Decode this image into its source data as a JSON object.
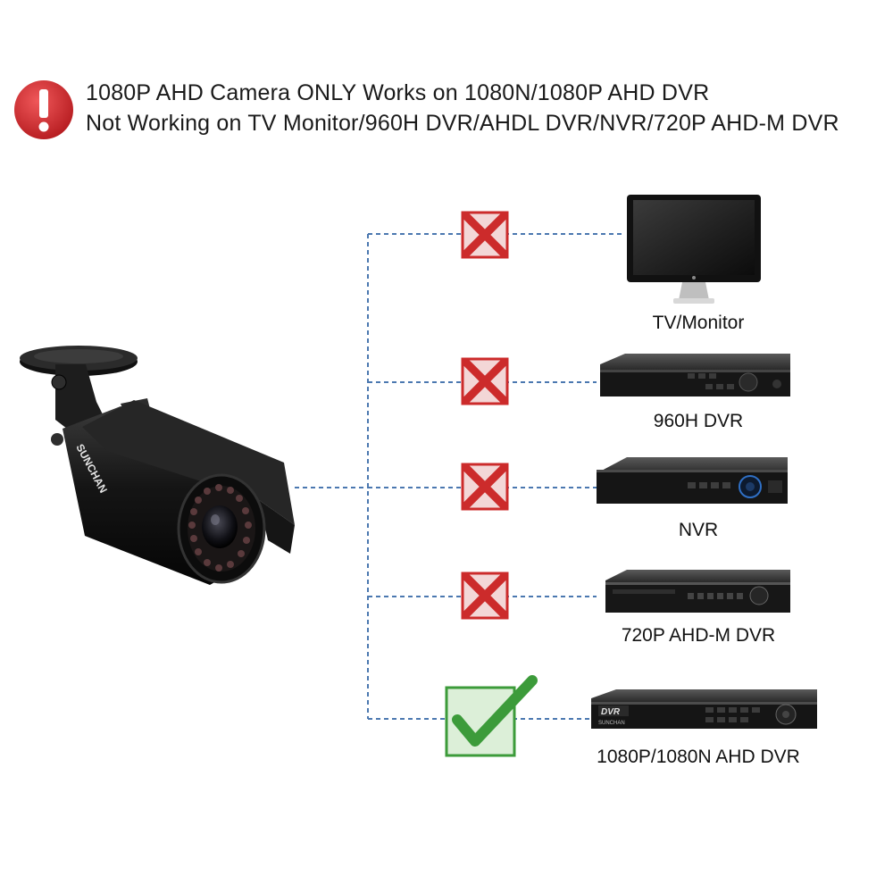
{
  "notice": {
    "line1": "1080P AHD Camera ONLY Works on 1080N/1080P AHD DVR",
    "line2": "Not Working on TV Monitor/960H DVR/AHDL DVR/NVR/720P AHD-M DVR"
  },
  "camera": {
    "brand": "SUNCHAN"
  },
  "devices": [
    {
      "label": "TV/Monitor",
      "status": "not-compatible"
    },
    {
      "label": "960H DVR",
      "status": "not-compatible"
    },
    {
      "label": "NVR",
      "status": "not-compatible"
    },
    {
      "label": "720P AHD-M DVR",
      "status": "not-compatible"
    },
    {
      "label": "1080P/1080N AHD DVR",
      "status": "compatible",
      "dvr_badge": "DVR",
      "brand": "SUNCHAN"
    }
  ],
  "colors": {
    "warning": "#d0262a",
    "cross": "#cc2b2b",
    "check": "#3c9b3a",
    "connector": "#4b78b0",
    "device_body": "#1b1b1b"
  }
}
